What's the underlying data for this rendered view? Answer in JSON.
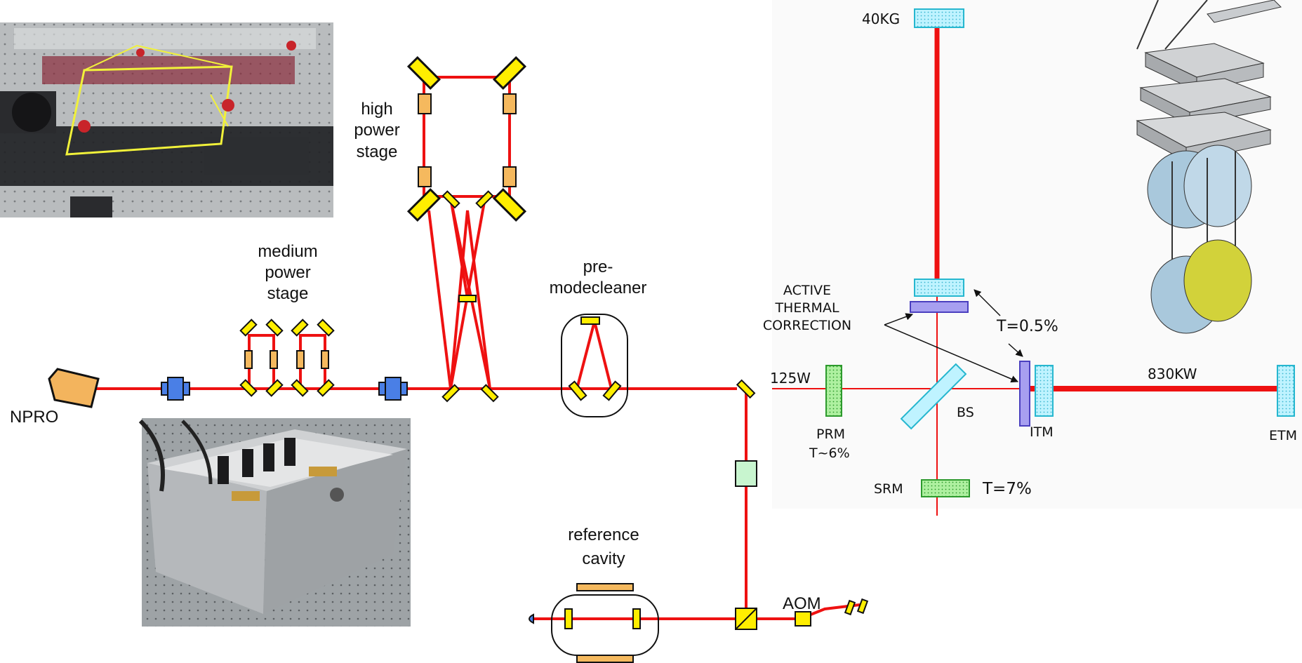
{
  "colors": {
    "beam": "#ee1111",
    "optic_yellow": "#ffee00",
    "optic_orange": "#f5b95e",
    "isolator_blue": "#4a7fe6",
    "npro_orange": "#f3b45d",
    "cyan_mirror": "#bff3ff",
    "green_mirror": "#aef0a0",
    "purple_plate": "#a79ff0",
    "pale_green_box": "#c8f5cf"
  },
  "laser_labels": {
    "npro": "NPRO",
    "medium_stage": [
      "medium",
      "power",
      "stage"
    ],
    "high_stage": [
      "high",
      "power",
      "stage"
    ],
    "premodecleaner": [
      "pre-",
      "modecleaner"
    ],
    "reference_cavity": [
      "reference",
      "cavity"
    ],
    "aom": "AOM"
  },
  "ifo_labels": {
    "suspension_mass": "40KG",
    "active_thermal_correction": [
      "ACTIVE",
      "THERMAL",
      "CORRECTION"
    ],
    "itm_transmission": "T=0.5%",
    "input_power": "125W",
    "arm_power": "830KW",
    "prm": "PRM",
    "prm_transmission": "T~6%",
    "bs": "BS",
    "itm": "ITM",
    "etm": "ETM",
    "srm": "SRM",
    "srm_transmission": "T=7%"
  },
  "photos": {
    "top_left": "photo-amplifier-table",
    "bottom_left": "photo-laser-box",
    "top_right": "render-suspension"
  }
}
